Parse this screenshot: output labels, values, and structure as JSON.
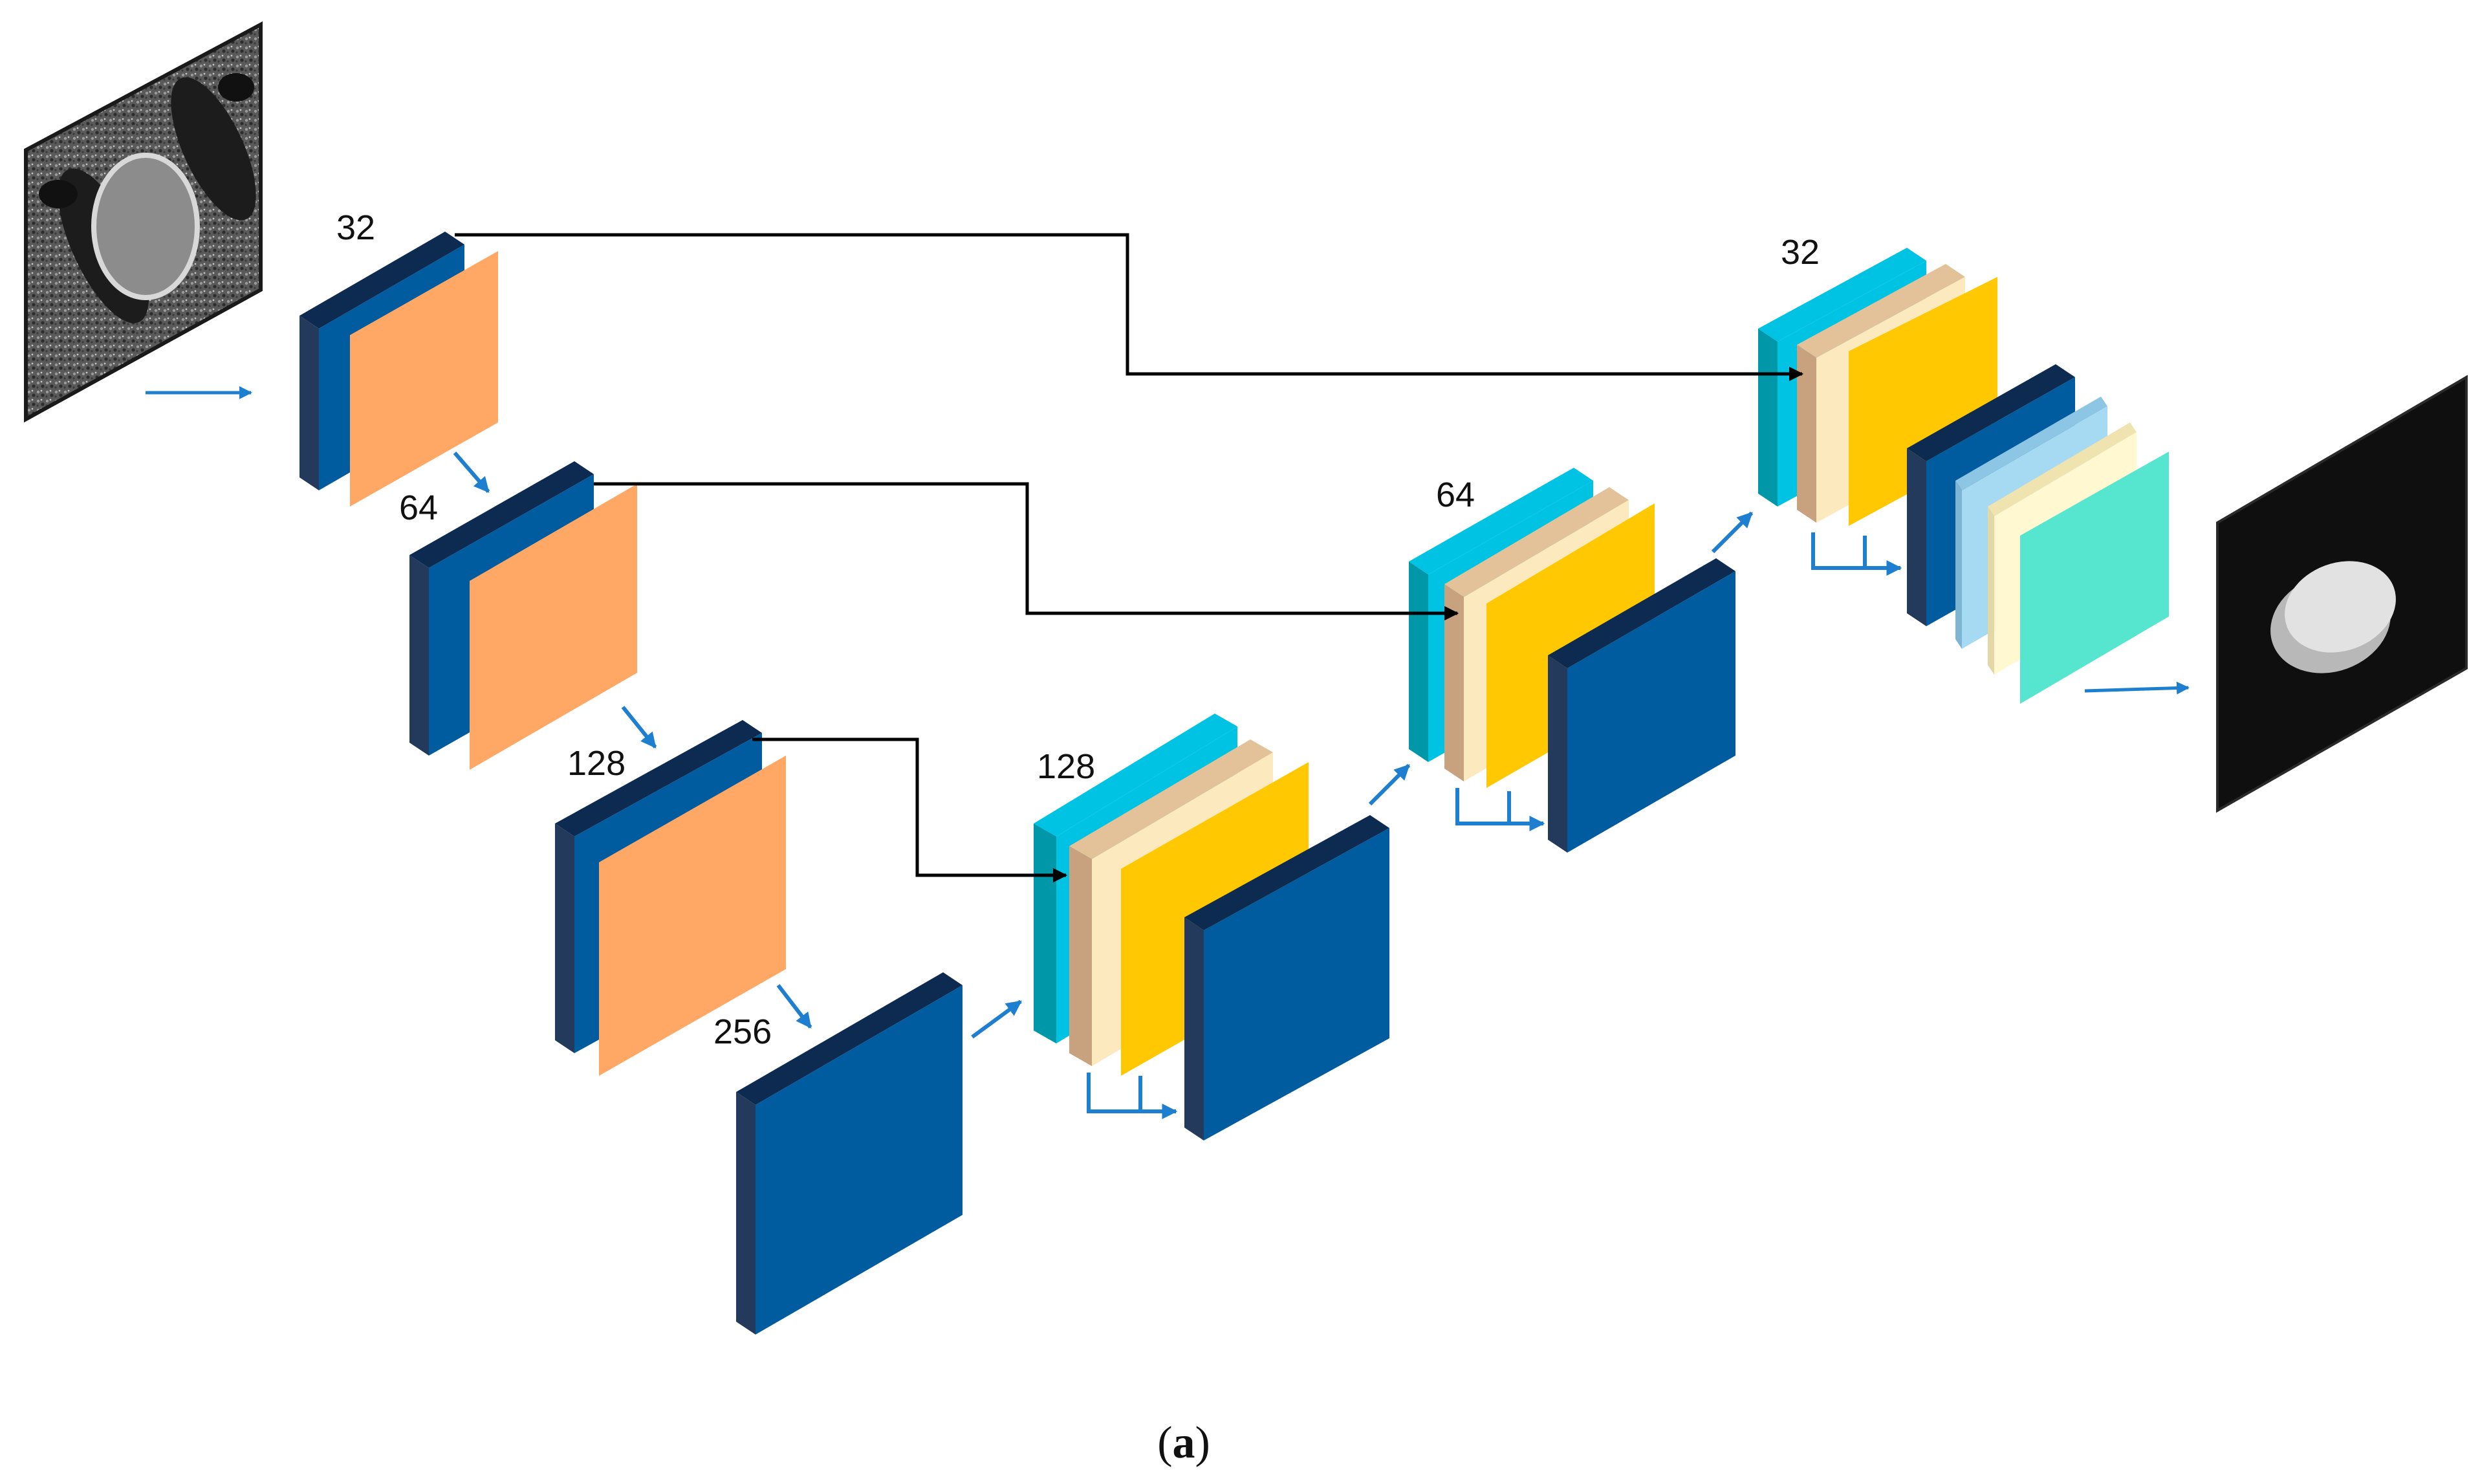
{
  "labels": {
    "enc_1": "32",
    "enc_2": "64",
    "enc_3": "128",
    "bottleneck": "256",
    "dec_3": "128",
    "dec_2": "64",
    "dec_1": "32"
  },
  "caption": {
    "open": "(",
    "letter": "a",
    "close": ")"
  },
  "colors": {
    "dark_blue": "#005b9f",
    "navy": "#233a5c",
    "orange": "#ffa764",
    "teal": "#0098a8",
    "cyan": "#00c3e3",
    "tan": "#c8a27e",
    "cream": "#fde9be",
    "gold": "#ffc800",
    "light_blue": "#a6daf2",
    "light_yellow": "#fff8d0",
    "aqua": "#56e6cf",
    "arrow_blue": "#1e7fd0",
    "skip_black": "#000000"
  }
}
